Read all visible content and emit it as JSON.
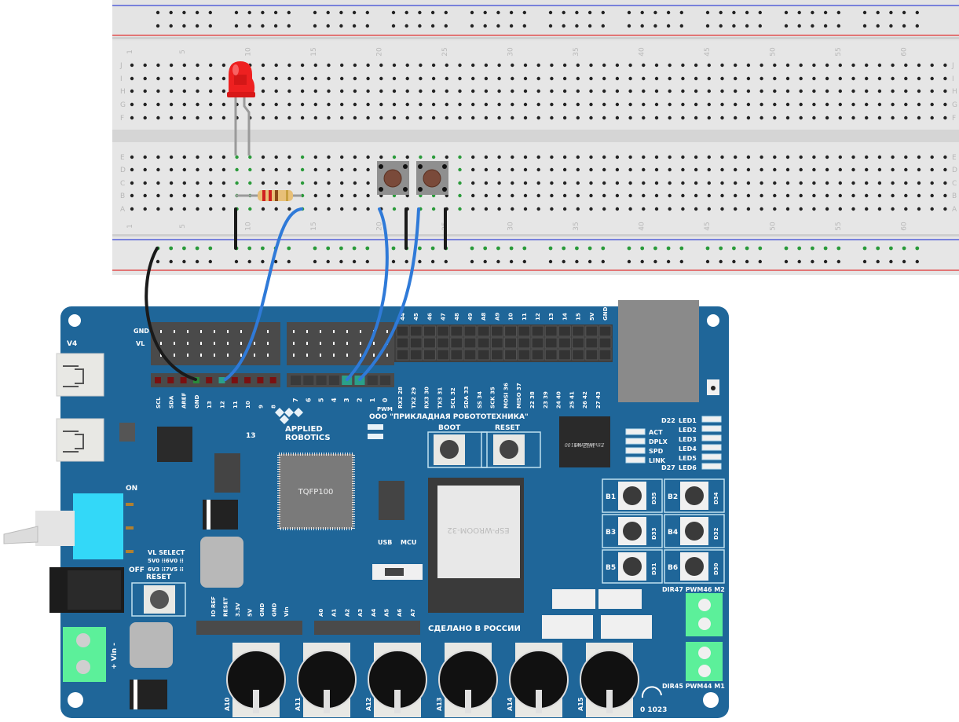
{
  "breadboard": {
    "column_numbers": [
      "1",
      "5",
      "10",
      "15",
      "20",
      "25",
      "30",
      "35",
      "40",
      "45",
      "50",
      "55",
      "60"
    ],
    "row_letters_top": [
      "J",
      "I",
      "H",
      "G",
      "F"
    ],
    "row_letters_bottom": [
      "E",
      "D",
      "C",
      "B",
      "A"
    ],
    "components": {
      "led": {
        "name": "LED",
        "color": "#ee2020"
      },
      "resistor": {
        "name": "Resistor"
      },
      "buttons": [
        {
          "name": "Button 1"
        },
        {
          "name": "Button 2"
        }
      ]
    }
  },
  "board": {
    "brand_line1": "APPLIED",
    "brand_line2": "ROBOTICS",
    "company": "ООО \"ПРИКЛАДНАЯ РОБОТОТЕХНИКА\"",
    "made_in": "СДЕЛАНО В РОССИИ",
    "main_chip": "TQFP100",
    "module": "ESP-WROOM-32",
    "eth_chip_line1": "WIZnet",
    "eth_chip_line2": "Ethernet W5100",
    "v4_label": "V4",
    "gnd_label": "GND",
    "vl_label": "VL",
    "pwm_label": "PWM",
    "boot_label": "BOOT",
    "reset_label": "RESET",
    "reset2_label": "RESET",
    "usb_label": "USB",
    "mcu_label": "MCU",
    "on_label": "ON",
    "off_label": "OFF",
    "vl_select": "VL SELECT",
    "vl_opts_1": "5V0 ⁞⁞6V0 ⁞⁞",
    "vl_opts_2": "6V3 ⁞⁞7V5 ⁞⁞",
    "vin_label": "+ Vin -",
    "pin13_label": "13",
    "digital_pins_left": [
      "SCL",
      "SDA",
      "AREF",
      "GND",
      "13",
      "12",
      "11",
      "10",
      "9",
      "8"
    ],
    "digital_pins_right": [
      "7",
      "6",
      "5",
      "4",
      "3",
      "2",
      "1",
      "0"
    ],
    "comm_pins": [
      "RX2 28",
      "TX2 29",
      "RX3 30",
      "TX3 31",
      "SCL 32",
      "SDA 33",
      "SS 34",
      "SCK 35",
      "MOSI 36",
      "MISO 37",
      "22 38",
      "23 39",
      "24 40",
      "25 41",
      "26 42",
      "27 43"
    ],
    "top_pins": [
      "44",
      "45",
      "46",
      "47",
      "48",
      "49",
      "A8",
      "A9",
      "10",
      "11",
      "12",
      "13",
      "14",
      "15",
      "5V",
      "GND"
    ],
    "power_pins": [
      "IO REF",
      "RESET",
      "3.3V",
      "5V",
      "GND",
      "GND",
      "Vin"
    ],
    "analog_pins": [
      "A0",
      "A1",
      "A2",
      "A3",
      "A4",
      "A5",
      "A6",
      "A7"
    ],
    "pots": [
      "A10",
      "A11",
      "A12",
      "A13",
      "A14",
      "A15"
    ],
    "pot_range": "0 1023",
    "eth_leds": [
      "ACT",
      "DPLX",
      "SPD",
      "LINK"
    ],
    "user_leds_top": "D22",
    "user_leds_bottom": "D27",
    "user_leds": [
      "LED1",
      "LED2",
      "LED3",
      "LED4",
      "LED5",
      "LED6"
    ],
    "buttons": [
      {
        "label": "B1",
        "pin": "D35"
      },
      {
        "label": "B2",
        "pin": "D34"
      },
      {
        "label": "B3",
        "pin": "D33"
      },
      {
        "label": "B4",
        "pin": "D32"
      },
      {
        "label": "B5",
        "pin": "D31"
      },
      {
        "label": "B6",
        "pin": "D30"
      }
    ],
    "motor2": "DIR47 PWM46 M2",
    "motor1": "DIR45 PWM44 M1"
  },
  "wires": [
    {
      "name": "black wire GND to breadboard rail",
      "color": "#1a1a1a"
    },
    {
      "name": "blue wire pin 12 to resistor",
      "color": "#2f7ad8"
    },
    {
      "name": "blue wire pin 3 to button 1",
      "color": "#2f7ad8"
    },
    {
      "name": "blue wire pin 2 to button 2",
      "color": "#2f7ad8"
    }
  ]
}
